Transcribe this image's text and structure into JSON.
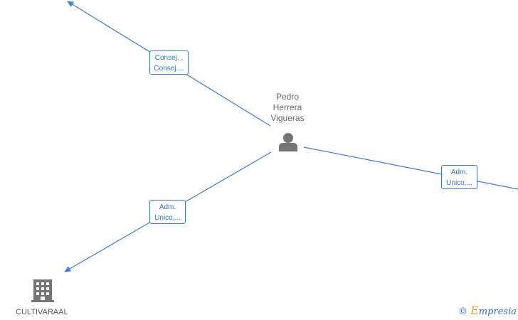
{
  "person": {
    "name_line1": "Pedro",
    "name_line2": "Herrera",
    "name_line3": "Vigueras"
  },
  "edges": [
    {
      "label_line1": "Consej. ,",
      "label_line2": "Consej...."
    },
    {
      "label_line1": "Adm.",
      "label_line2": "Unico,..."
    },
    {
      "label_line1": "Adm.",
      "label_line2": "Unico,..."
    }
  ],
  "company": {
    "name": "CULTIVARAAL"
  },
  "brand": {
    "copyright": "©",
    "initial": "E",
    "rest": "mpresia"
  },
  "colors": {
    "edge": "#3c7bd0",
    "icon": "#757575",
    "label_text": "#2f6fcc"
  },
  "icons": {
    "person": "person-icon",
    "company": "building-icon"
  }
}
